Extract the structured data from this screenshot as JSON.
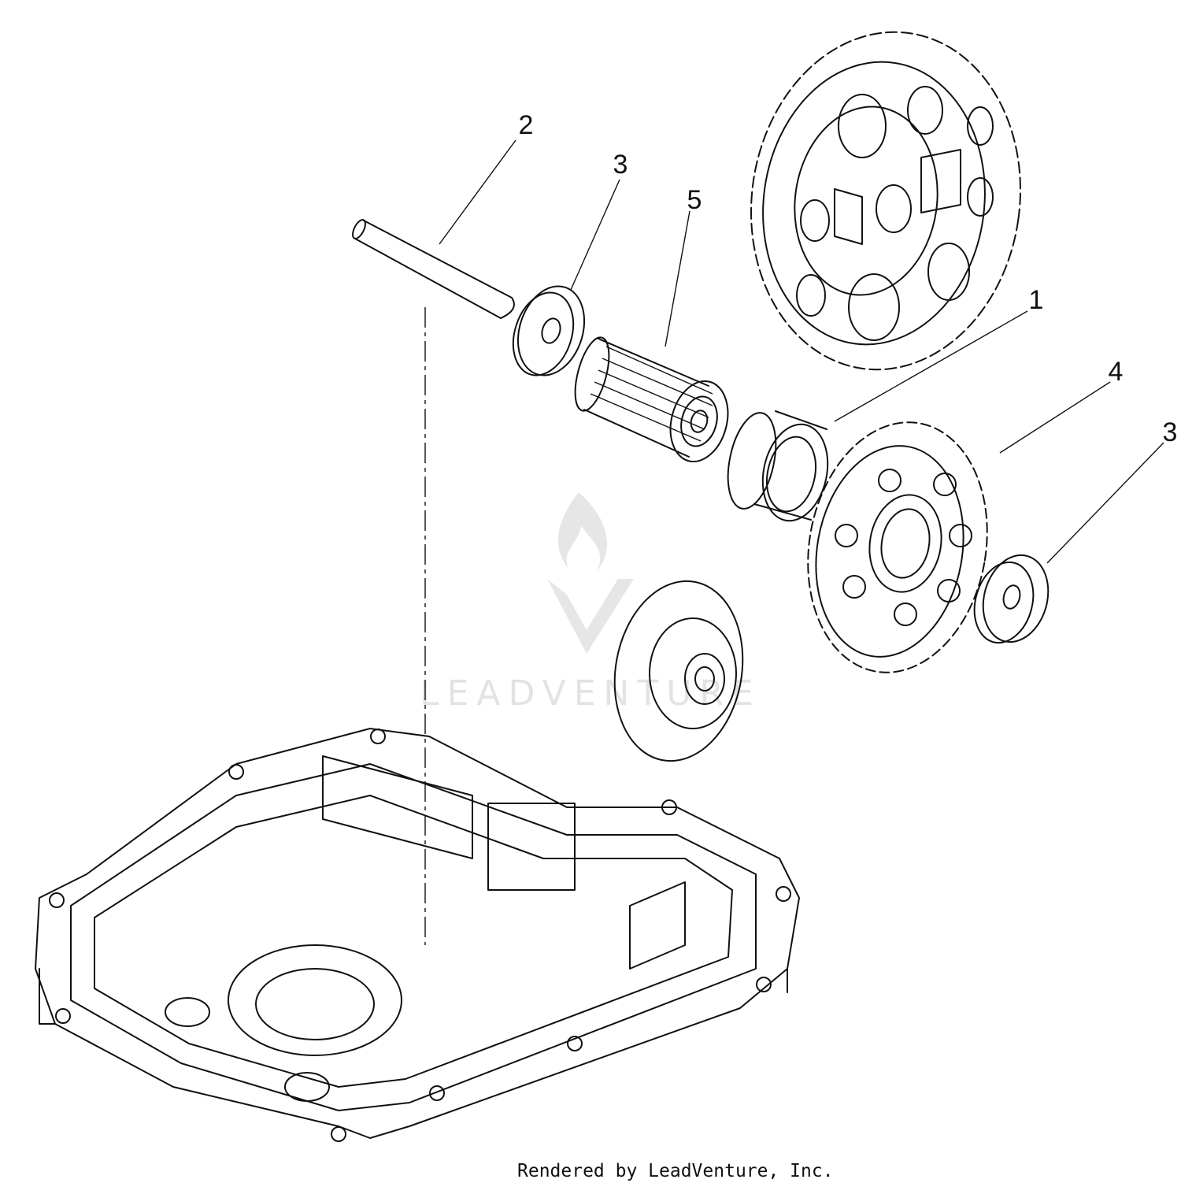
{
  "callouts": [
    {
      "id": "c2",
      "label": "2"
    },
    {
      "id": "c3a",
      "label": "3"
    },
    {
      "id": "c5",
      "label": "5"
    },
    {
      "id": "c1",
      "label": "1"
    },
    {
      "id": "c4",
      "label": "4"
    },
    {
      "id": "c3b",
      "label": "3"
    }
  ],
  "watermark": {
    "text": "LEADVENTURE"
  },
  "credit": {
    "text": "Rendered by LeadVenture, Inc."
  },
  "colors": {
    "line": "#111111",
    "watermark": "#e3e3e3"
  }
}
